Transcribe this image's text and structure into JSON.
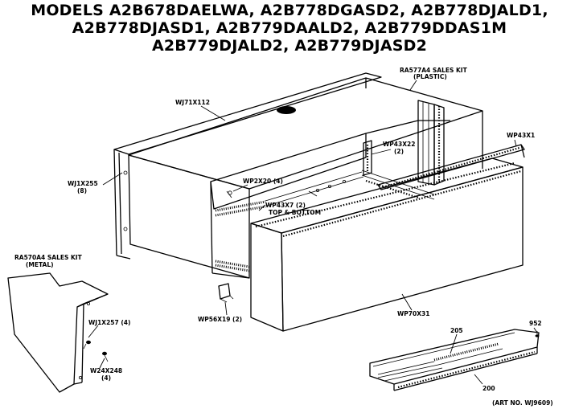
{
  "title": {
    "line1": "MODELS A2B678DAELWA, A2B778DGASD2, A2B778DJALD1,",
    "line2": "A2B778DJASD1, A2B779DAALD2, A2B779DDAS1M",
    "line3": "A2B779DJALD2, A2B779DJASD2"
  },
  "labels": {
    "wj71x112": "WJ71X112",
    "ra577a4_1": "RA577A4 SALES KIT",
    "ra577a4_2": "(PLASTIC)",
    "wp43x1": "WP43X1",
    "wp43x22_1": "WP43X22",
    "wp43x22_2": "(2)",
    "wp2x20": "WP2X20 (4)",
    "wp43x7_1": "WP43X7 (2)",
    "wp43x7_2": "TOP & BOTTOM",
    "wj1x255_1": "WJ1X255",
    "wj1x255_2": "(8)",
    "ra570a4_1": "RA570A4 SALES KIT",
    "ra570a4_2": "(METAL)",
    "wj1x257": "WJ1X257 (4)",
    "w24x248_1": "W24X248",
    "w24x248_2": "(4)",
    "wp56x19": "WP56X19 (2)",
    "wp70x31": "WP70X31",
    "n205": "205",
    "n200": "200",
    "n952": "952",
    "art_no": "(ART NO. WJ9609)"
  }
}
